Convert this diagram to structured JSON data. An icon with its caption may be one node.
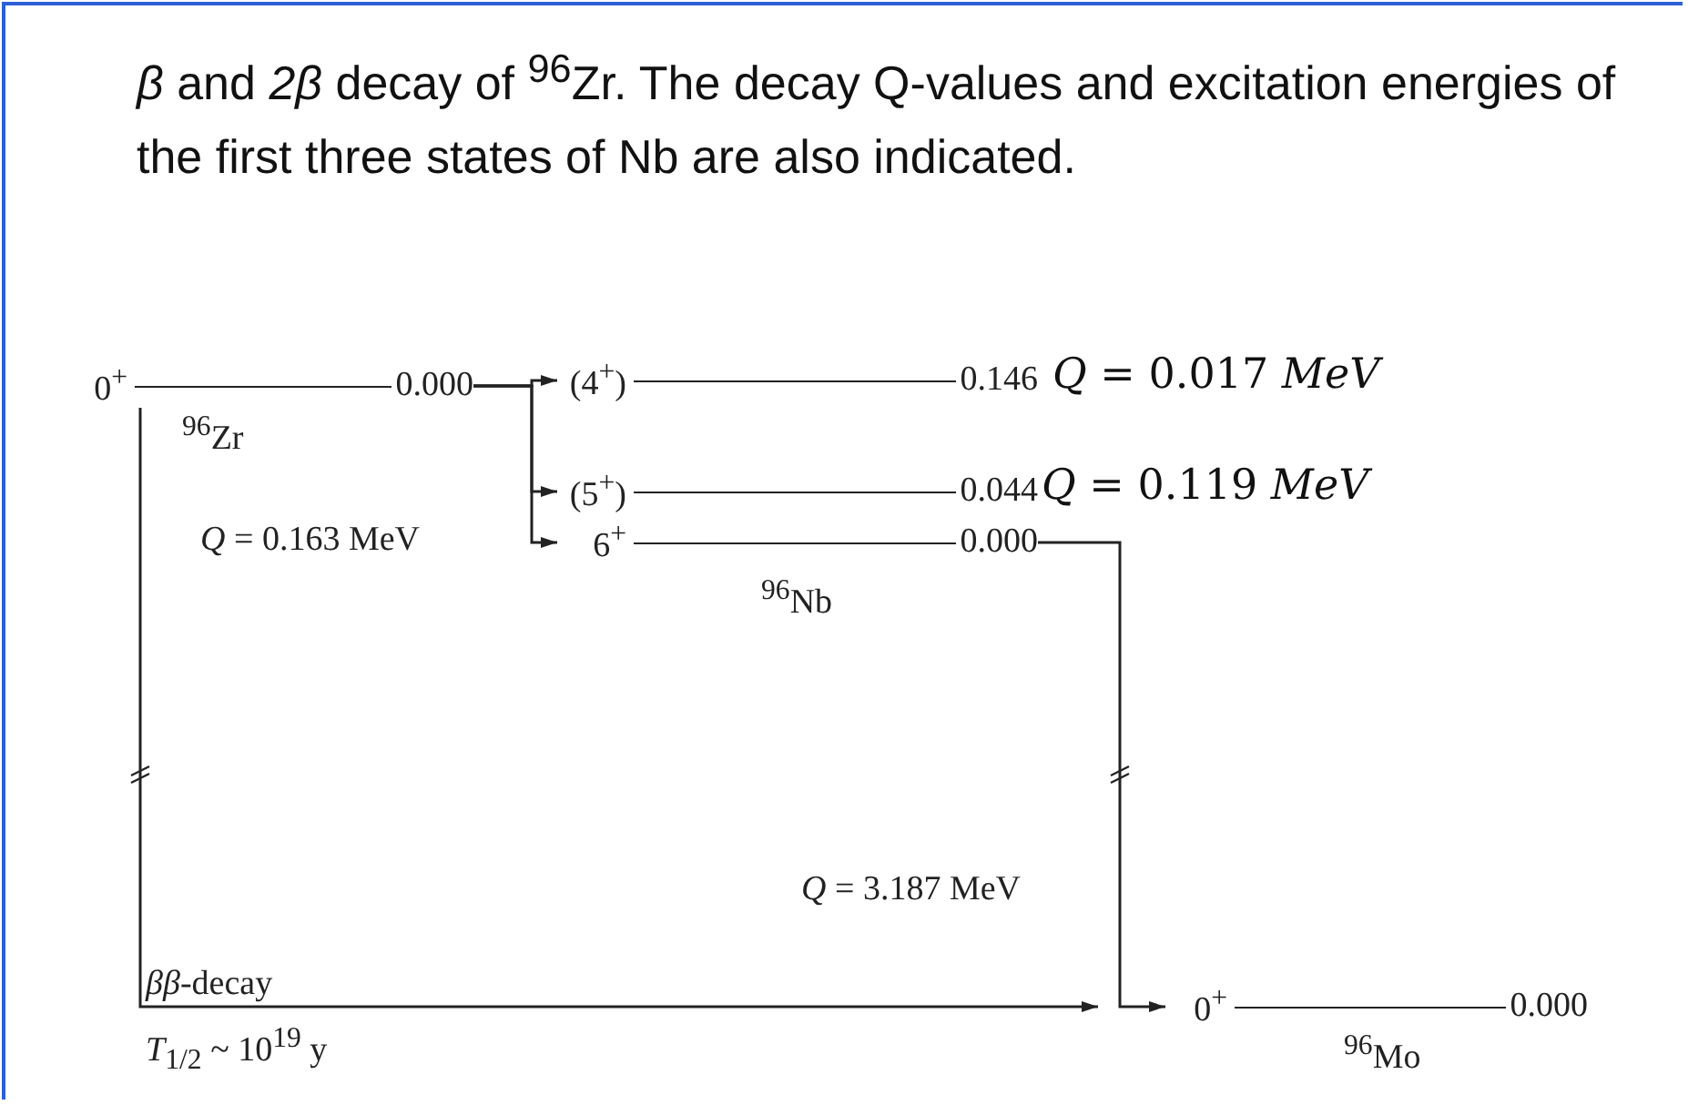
{
  "diagram": {
    "title": "*β* and *2β* decay of $^{96}$Zr. The decay Q-values and excitation energies of the first three states of Nb are also indicated.",
    "nodes": [
      {
        "text": [
          "0$^{+}$",
          "0.000"
        ],
        "beside": [
          "$^{96}$Zr"
        ]
      },
      {
        "text": [
          "(4$^{+}$)",
          "0.146"
        ],
        "beside": [
          "*Q* = 0.017 *MeV*"
        ]
      },
      {
        "text": [
          "(5$^{+}$)",
          "0.044"
        ],
        "beside": [
          "*Q* = 0.119 *MeV*"
        ]
      },
      {
        "text": [
          "6$^{+}$",
          "0.000"
        ],
        "beside": [
          "$^{96}$Nb"
        ]
      },
      {
        "text": [
          "0$^{+}$",
          "0.000"
        ],
        "beside": [
          "$^{96}$Mo"
        ]
      }
    ],
    "edges": [
      {
        "from": 0,
        "to": 1,
        "arrow": "to"
      },
      {
        "from": 0,
        "to": 2,
        "arrow": "to"
      },
      {
        "from": 0,
        "to": 3,
        "arrow": "to",
        "label": "*Q* = 0.163 MeV"
      },
      {
        "from": 0,
        "to": 4,
        "arrow": "to",
        "label": "*ββ*-decay"
      },
      {
        "from": 3,
        "to": 4,
        "arrow": "to",
        "label": "*Q* = 3.187 MeV"
      }
    ],
    "labels": [
      "*T*$_{1/2}$ ~ 10$^{19}$ y"
    ]
  }
}
